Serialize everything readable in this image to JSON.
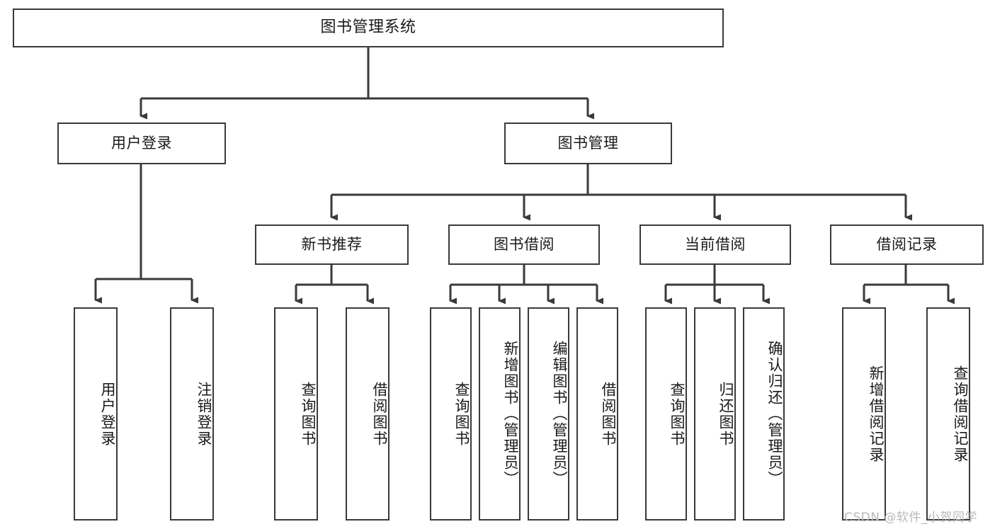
{
  "diagram": {
    "title": "图书管理系统",
    "watermark": "CSDN @软件_小贺同学",
    "line_color": "#3a3a3a",
    "box_fill": "#ffffff",
    "text_color": "#1a1a1a",
    "watermark_color": "#b9b9b9",
    "type": "tree",
    "nodes": {
      "root": {
        "label": "图书管理系统"
      },
      "level1": [
        {
          "id": "user-login",
          "label": "用户登录"
        },
        {
          "id": "book-manage",
          "label": "图书管理"
        }
      ],
      "level2": [
        {
          "id": "new-book-rec",
          "label": "新书推荐",
          "parent": "book-manage"
        },
        {
          "id": "book-borrow",
          "label": "图书借阅",
          "parent": "book-manage"
        },
        {
          "id": "current-borrow",
          "label": "当前借阅",
          "parent": "book-manage"
        },
        {
          "id": "borrow-record",
          "label": "借阅记录",
          "parent": "book-manage"
        }
      ],
      "leaves": [
        {
          "id": "leaf-user-login",
          "label": "用户登录",
          "parent": "user-login"
        },
        {
          "id": "leaf-logout-login",
          "label": "注销登录",
          "parent": "user-login"
        },
        {
          "id": "leaf-query-book-1",
          "label": "查询图书",
          "parent": "new-book-rec"
        },
        {
          "id": "leaf-borrow-book-1",
          "label": "借阅图书",
          "parent": "new-book-rec"
        },
        {
          "id": "leaf-query-book-2",
          "label": "查询图书",
          "parent": "book-borrow"
        },
        {
          "id": "leaf-add-book",
          "label": "新增图书（管理员）",
          "parent": "book-borrow"
        },
        {
          "id": "leaf-edit-book",
          "label": "编辑图书（管理员）",
          "parent": "book-borrow"
        },
        {
          "id": "leaf-borrow-book-2",
          "label": "借阅图书",
          "parent": "book-borrow"
        },
        {
          "id": "leaf-query-book-3",
          "label": "查询图书",
          "parent": "current-borrow"
        },
        {
          "id": "leaf-return-book",
          "label": "归还图书",
          "parent": "current-borrow"
        },
        {
          "id": "leaf-confirm-return",
          "label": "确认归还（管理员）",
          "parent": "current-borrow"
        },
        {
          "id": "leaf-add-record",
          "label": "新增借阅记录",
          "parent": "borrow-record"
        },
        {
          "id": "leaf-query-record",
          "label": "查询借阅记录",
          "parent": "borrow-record"
        }
      ]
    }
  }
}
